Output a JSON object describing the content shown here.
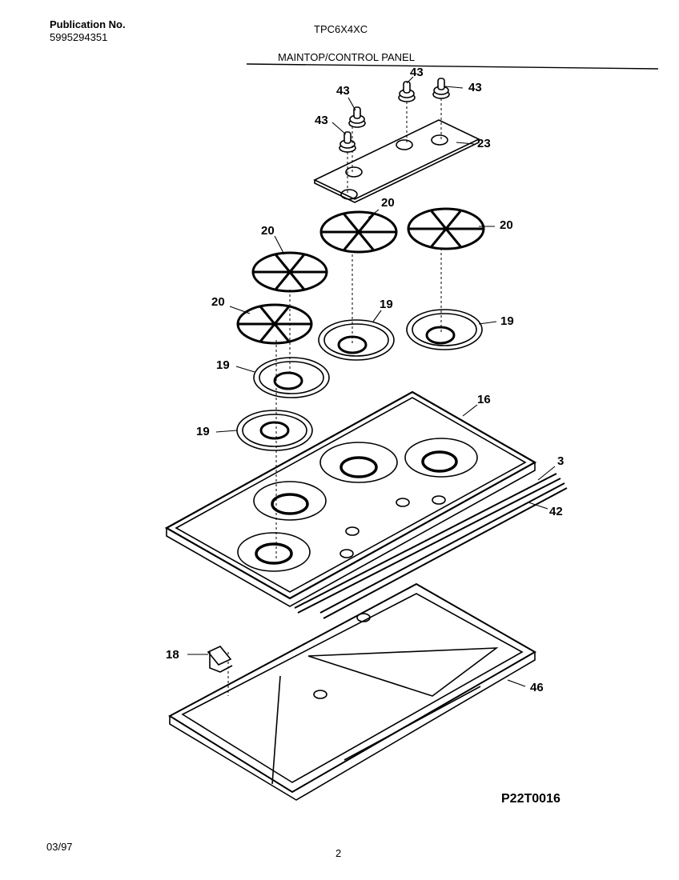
{
  "header": {
    "publication_label": "Publication No.",
    "publication_number": "5995294351",
    "model": "TPC6X4XC",
    "section_title": "MAINTOP/CONTROL PANEL"
  },
  "labels": {
    "knob_a": "43",
    "knob_b": "43",
    "knob_c": "43",
    "knob_d": "43",
    "control_panel": "23",
    "grate_a": "20",
    "grate_b": "20",
    "grate_c": "20",
    "grate_d": "20",
    "bowl_a": "19",
    "bowl_b": "19",
    "bowl_c": "19",
    "bowl_d": "19",
    "maintop": "16",
    "trim_3": "3",
    "trim_42": "42",
    "bracket_18": "18",
    "box_46": "46"
  },
  "diagram_code": "P22T0016",
  "footer": {
    "date": "03/97",
    "page": "2"
  }
}
